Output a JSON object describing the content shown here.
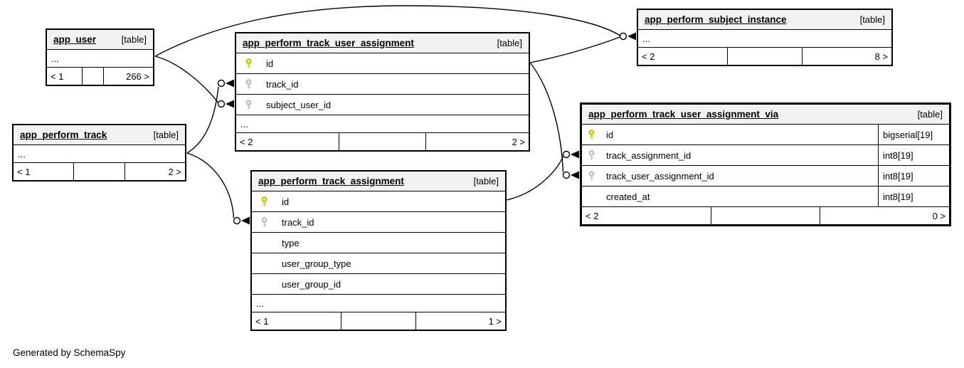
{
  "page": {
    "generator_note": "Generated by SchemaSpy"
  },
  "colors": {
    "primary_key_icon": "#e8e800",
    "foreign_key_icon": "#d6d6d6",
    "table_header_bg": "#f2f2f2",
    "border": "#000000"
  },
  "tables": [
    {
      "name": "app_user",
      "tag": "[table]",
      "columns": [],
      "ellipsis": "...",
      "footer": {
        "left": "< 1",
        "right": "266 >"
      }
    },
    {
      "name": "app_perform_track_user_assignment",
      "tag": "[table]",
      "columns": [
        {
          "name": "id",
          "key": "primary"
        },
        {
          "name": "track_id",
          "key": "foreign"
        },
        {
          "name": "subject_user_id",
          "key": "foreign"
        }
      ],
      "ellipsis": "...",
      "footer": {
        "left": "< 2",
        "right": "2 >"
      }
    },
    {
      "name": "app_perform_subject_instance",
      "tag": "[table]",
      "columns": [],
      "ellipsis": "...",
      "footer": {
        "left": "< 2",
        "right": "8 >"
      }
    },
    {
      "name": "app_perform_track",
      "tag": "[table]",
      "columns": [],
      "ellipsis": "...",
      "footer": {
        "left": "< 1",
        "right": "2 >"
      }
    },
    {
      "name": "app_perform_track_assignment",
      "tag": "[table]",
      "columns": [
        {
          "name": "id",
          "key": "primary"
        },
        {
          "name": "track_id",
          "key": "foreign"
        },
        {
          "name": "type",
          "key": ""
        },
        {
          "name": "user_group_type",
          "key": ""
        },
        {
          "name": "user_group_id",
          "key": ""
        }
      ],
      "ellipsis": "...",
      "footer": {
        "left": "< 1",
        "right": "1 >"
      }
    },
    {
      "name": "app_perform_track_user_assignment_via",
      "tag": "[table]",
      "columns": [
        {
          "name": "id",
          "key": "primary",
          "type": "bigserial[19]"
        },
        {
          "name": "track_assignment_id",
          "key": "foreign",
          "type": "int8[19]"
        },
        {
          "name": "track_user_assignment_id",
          "key": "foreign",
          "type": "int8[19]"
        },
        {
          "name": "created_at",
          "key": "",
          "type": "int8[19]"
        }
      ],
      "footer": {
        "left": "< 2",
        "right": "0 >"
      }
    }
  ],
  "relationships": [
    {
      "from": "app_user",
      "to": "app_perform_subject_instance"
    },
    {
      "from": "app_user",
      "to": "app_perform_track_user_assignment.subject_user_id"
    },
    {
      "from": "app_perform_track",
      "to": "app_perform_track_user_assignment.track_id"
    },
    {
      "from": "app_perform_track",
      "to": "app_perform_track_assignment.track_id"
    },
    {
      "from": "app_perform_track_user_assignment.id",
      "to": "app_perform_track_user_assignment_via.track_user_assignment_id"
    },
    {
      "from": "app_perform_track_assignment.id",
      "to": "app_perform_track_user_assignment_via.track_assignment_id"
    }
  ]
}
